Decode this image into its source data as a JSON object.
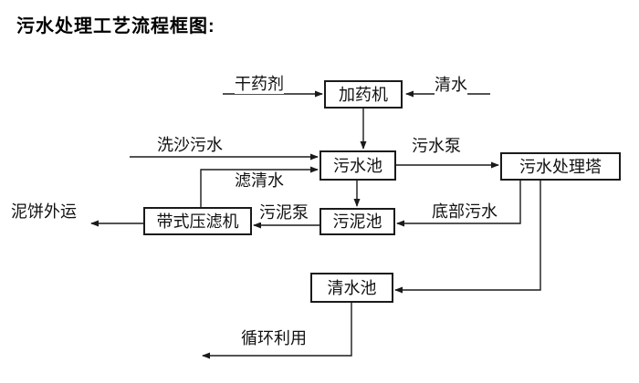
{
  "page": {
    "title": "污水处理工艺流程框图:"
  },
  "diagram": {
    "nodes": {
      "doser": "加药机",
      "sewage_pool": "污水池",
      "treatment_tower": "污水处理塔",
      "sludge_pool": "污泥池",
      "belt_filter_press": "带式压滤机",
      "clean_water_pool": "清水池"
    },
    "flow_labels": {
      "dry_agent": "干药剂",
      "clean_water": "清水",
      "sand_washing_sewage": "洗沙污水",
      "sewage_pump": "污水泵",
      "filtered_water": "滤清水",
      "bottom_sewage": "底部污水",
      "sludge_pump": "污泥泵",
      "mud_cake_out": "泥饼外运",
      "recycle_use": "循环利用"
    },
    "colors": {
      "line": "#1a1a1a",
      "text": "#111111",
      "background": "#ffffff"
    }
  }
}
